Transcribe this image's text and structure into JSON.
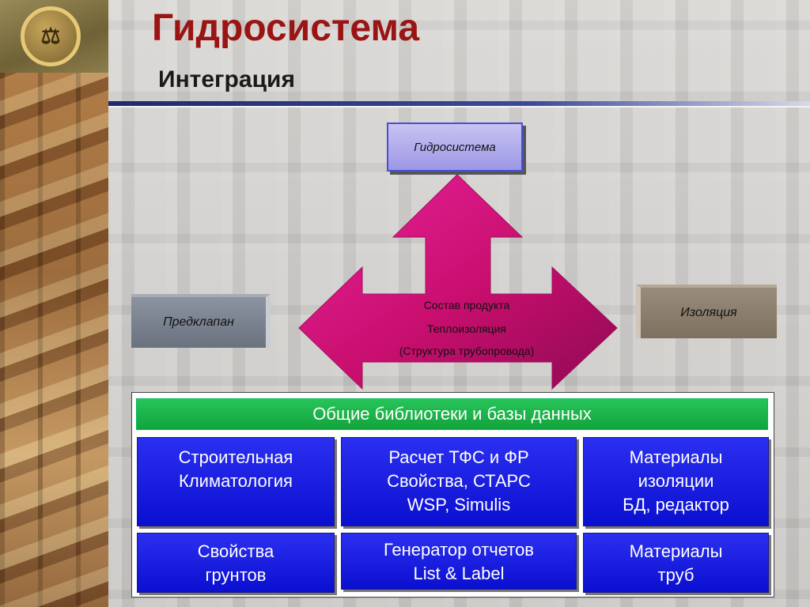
{
  "title": "Гидросистема",
  "subtitle": "Интеграция",
  "logo": {
    "icon": "scales-logo-icon",
    "mark": "⚖"
  },
  "nodes": {
    "top": "Гидросистема",
    "left": "Предклапан",
    "right": "Изоляция"
  },
  "arrow_text": [
    "Состав продукта",
    "Теплоизоляция",
    "(Структура трубопровода)"
  ],
  "libraries_header": "Общие библиотеки и базы данных",
  "modules_row1": [
    {
      "lines": [
        "Строительная",
        "Климатология"
      ]
    },
    {
      "lines": [
        "Расчет ТФС и ФР",
        "Свойства, СТАРС",
        "WSP, Simulis"
      ]
    },
    {
      "lines": [
        "Материалы",
        "изоляции",
        "БД, редактор"
      ]
    }
  ],
  "modules_row2": [
    {
      "lines": [
        "Свойства",
        "грунтов"
      ]
    },
    {
      "lines": [
        "Генератор отчетов",
        "List & Label"
      ]
    },
    {
      "lines": [
        "Материалы",
        "труб"
      ]
    }
  ],
  "colors": {
    "title": "#9a1414",
    "arrow": "#d4127a",
    "module": "#1515e6",
    "library": "#19b548"
  }
}
